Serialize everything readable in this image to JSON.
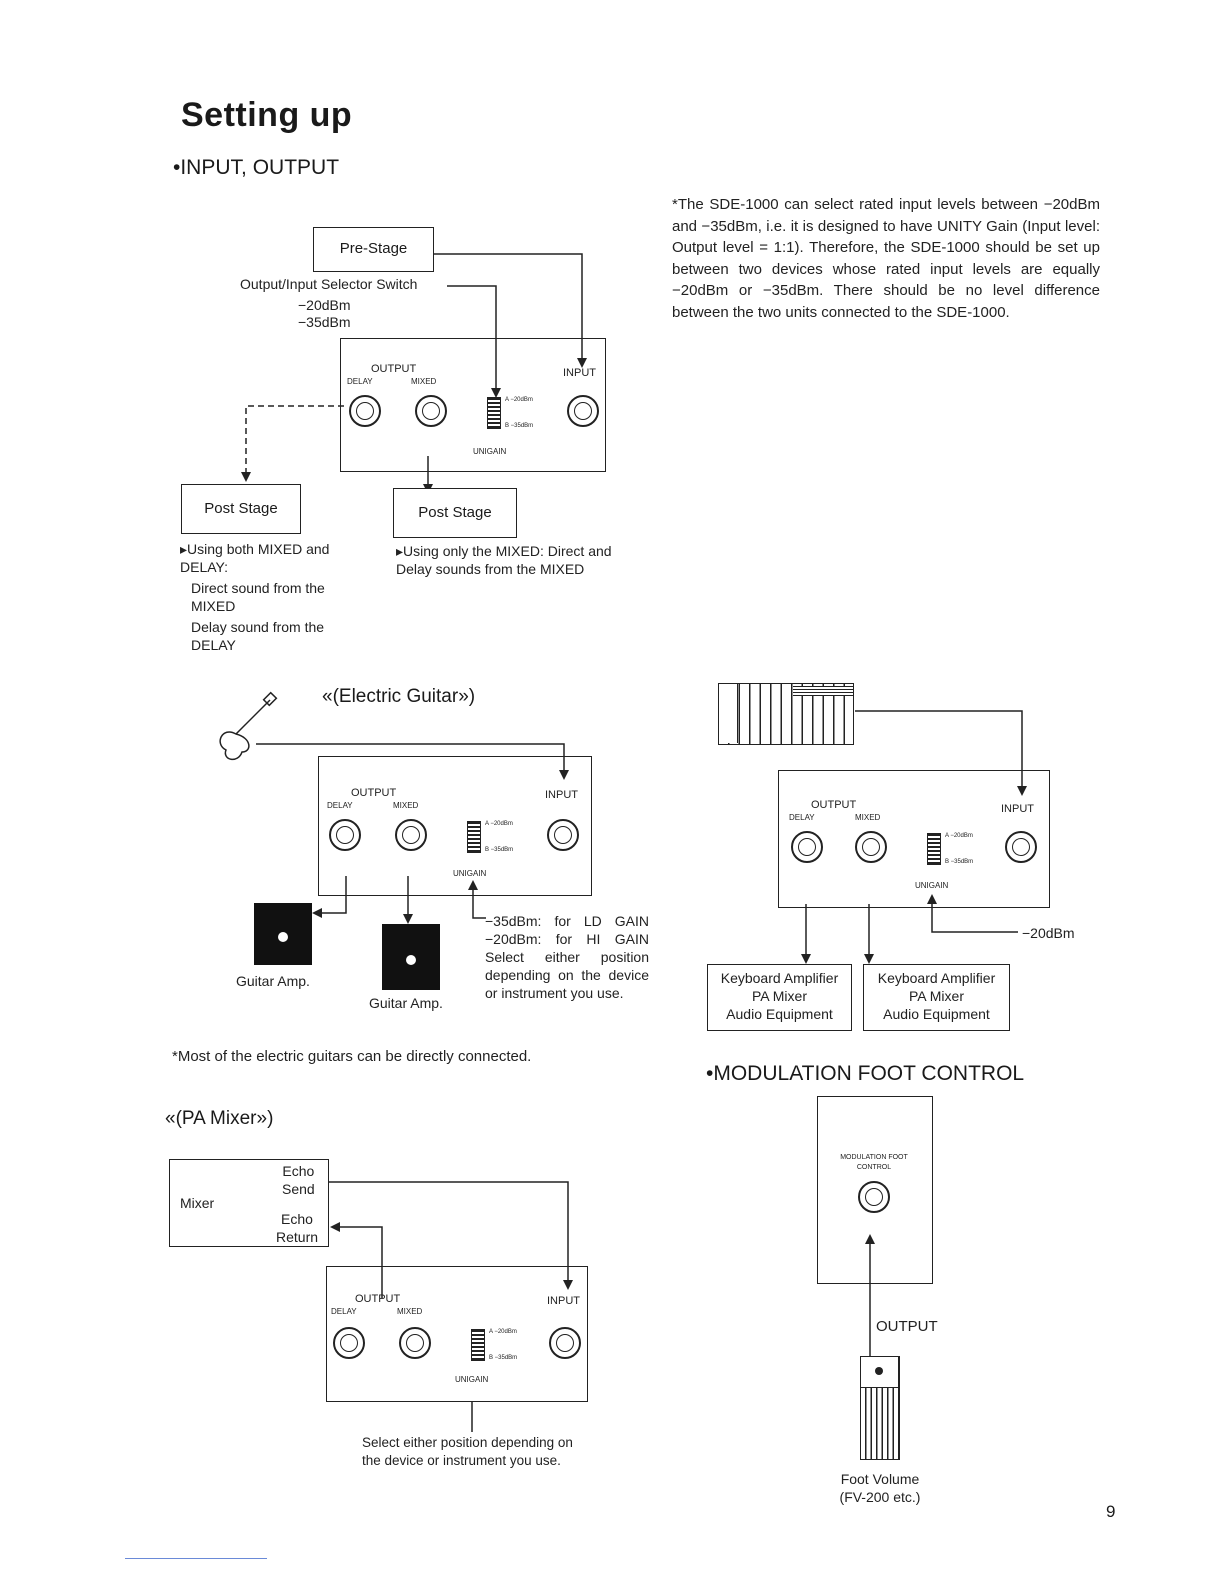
{
  "title": "Setting up",
  "sections": {
    "io": "•INPUT, OUTPUT",
    "guitar": "«(Electric Guitar»)",
    "pa": "«(PA Mixer»)",
    "mod": "•MODULATION FOOT CONTROL"
  },
  "notes": {
    "rated_levels": "*The SDE-1000 can select rated input levels between −20dBm and −35dBm, i.e. it is designed to have UNITY Gain (Input level: Output level = 1:1). Therefore, the SDE-1000 should be set up between two devices whose rated input levels are equally −20dBm or −35dBm. There should be no level difference between the two units connected to the SDE-1000.",
    "guitars": "*Most of the electric guitars can be directly connected."
  },
  "io_diagram": {
    "pre_stage": "Pre-Stage",
    "selector_switch": "Output/Input Selector Switch",
    "level_20": "−20dBm",
    "level_35": "−35dBm",
    "post_stage_left": "Post Stage",
    "post_stage_right": "Post Stage",
    "left_caption_1": "▸Using both MIXED and DELAY:",
    "left_caption_2": "Direct sound from the MIXED",
    "left_caption_3": "Delay sound from the DELAY",
    "right_caption": "▸Using only the MIXED: Direct and Delay sounds from the MIXED"
  },
  "panel": {
    "output": "OUTPUT",
    "delay": "DELAY",
    "mixed": "MIXED",
    "input": "INPUT",
    "unigain": "UNIGAIN",
    "sw_a": "A −20dBm",
    "sw_b": "B −35dBm"
  },
  "guitar_diagram": {
    "amp_left": "Guitar Amp.",
    "amp_right": "Guitar Amp.",
    "gain_note": "−35dBm: for LD GAIN −20dBm: for HI GAIN Select either position depending on the device or instrument you use."
  },
  "keyboard_diagram": {
    "level": "−20dBm",
    "dest_left": "Keyboard Amplifier\nPA Mixer\nAudio Equipment",
    "dest_right": "Keyboard Amplifier\nPA Mixer\nAudio Equipment"
  },
  "pa_diagram": {
    "mixer": "Mixer",
    "echo_send": "Echo\nSend",
    "echo_return": "Echo\nReturn",
    "caption": "Select either position depending on the device or instrument you use."
  },
  "mod_diagram": {
    "unit_label": "MODULATION FOOT CONTROL",
    "output": "OUTPUT",
    "pedal": "Foot Volume\n(FV-200 etc.)"
  },
  "page_number": "9"
}
